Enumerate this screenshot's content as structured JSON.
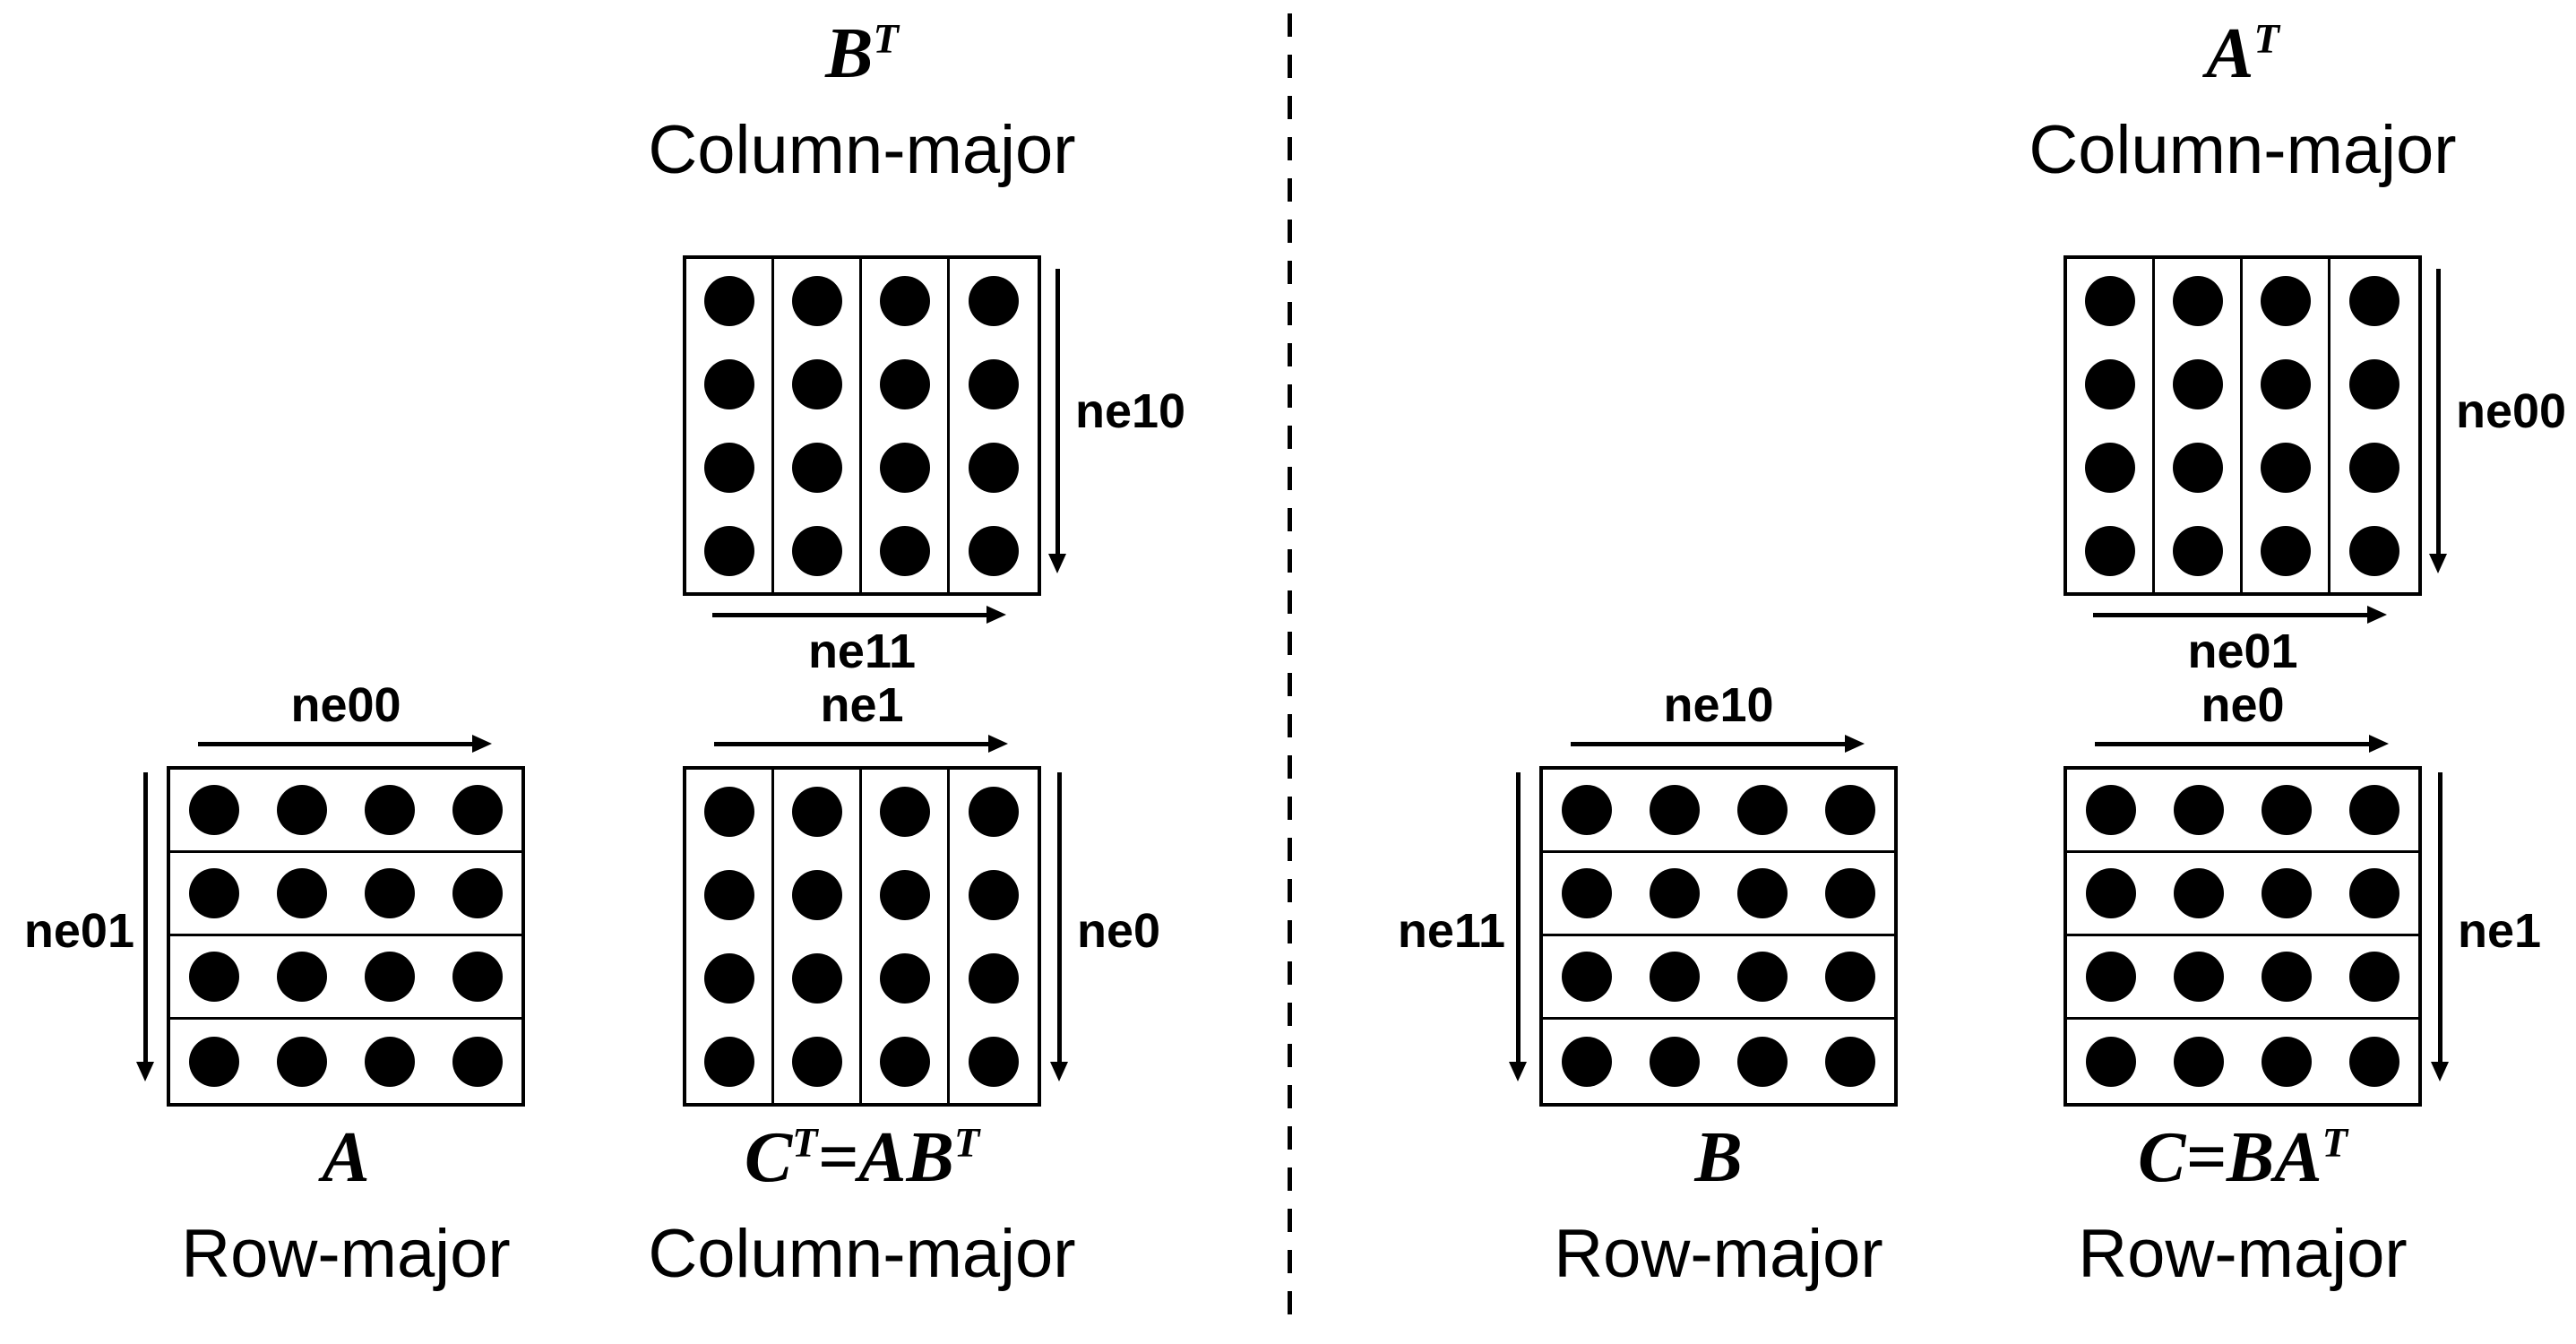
{
  "colors": {
    "ink": "#000000",
    "background": "#ffffff"
  },
  "grid": {
    "rows": 4,
    "cols": 4
  },
  "left": {
    "bt": {
      "t1": "B",
      "sup1": "T",
      "layout": "Column-major",
      "v": "ne10",
      "h": "ne11"
    },
    "a": {
      "t1": "A",
      "layout": "Row-major",
      "h": "ne00",
      "v": "ne01"
    },
    "ct": {
      "t1": "C",
      "sup1": "T",
      "t2": "=AB",
      "sup2": "T",
      "layout": "Column-major",
      "h": "ne1",
      "v": "ne0"
    }
  },
  "right": {
    "at": {
      "t1": "A",
      "sup1": "T",
      "layout": "Column-major",
      "v": "ne00",
      "h": "ne01"
    },
    "b": {
      "t1": "B",
      "layout": "Row-major",
      "h": "ne10",
      "v": "ne11"
    },
    "c": {
      "t1": "C",
      "t2": "=BA",
      "sup2": "T",
      "layout": "Row-major",
      "h": "ne0",
      "v": "ne1"
    }
  }
}
